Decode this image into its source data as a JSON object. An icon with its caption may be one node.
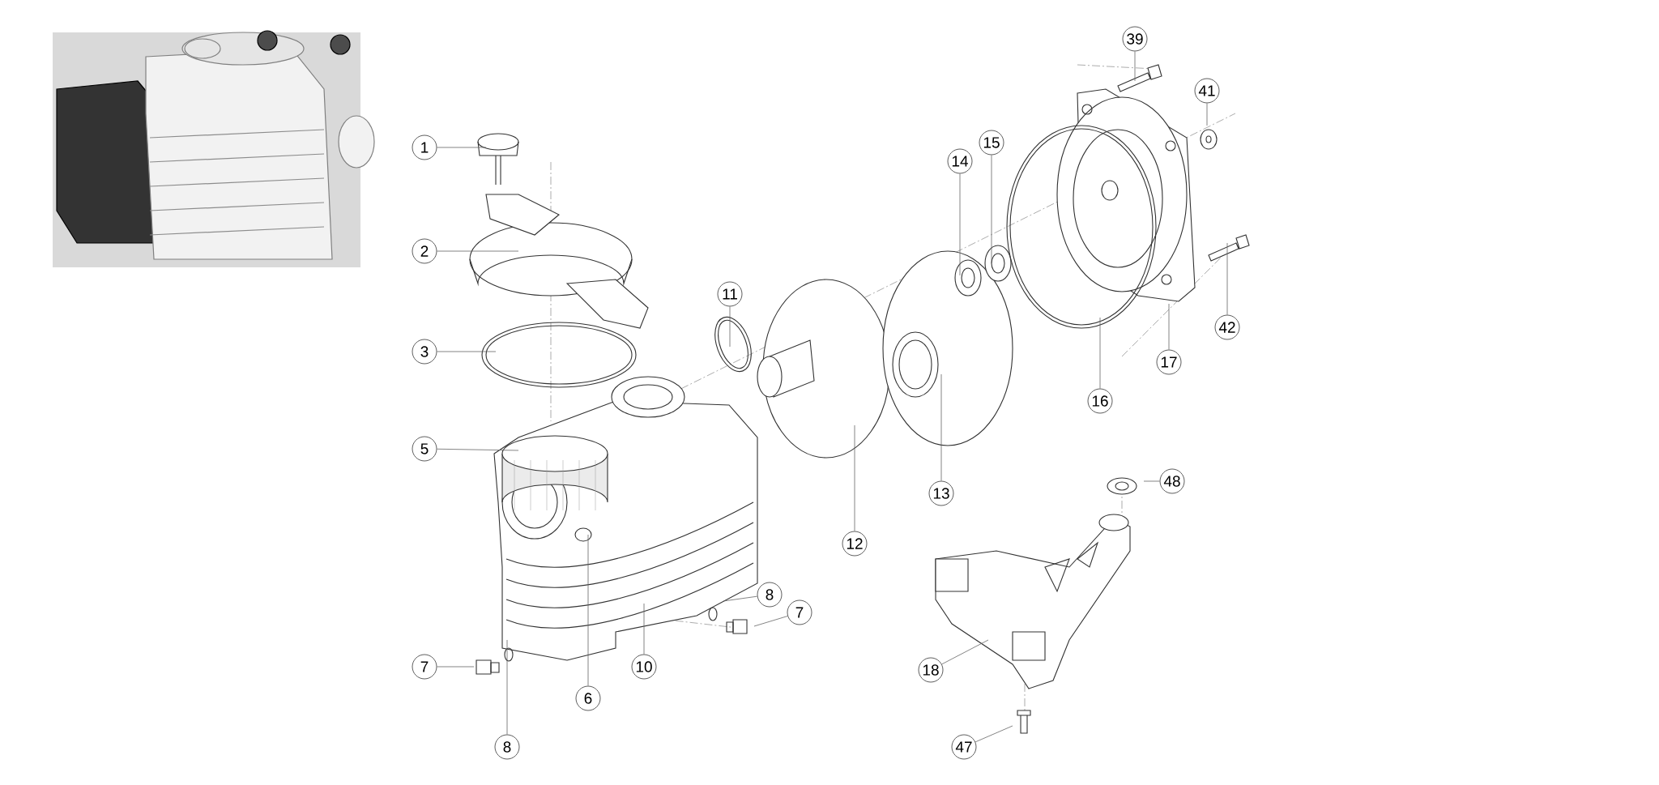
{
  "diagram": {
    "nodes": [
      {
        "text": [
          "1"
        ]
      },
      {
        "text": [
          "2"
        ]
      },
      {
        "text": [
          "3"
        ]
      },
      {
        "text": [
          "5"
        ]
      },
      {
        "text": [
          "7"
        ]
      },
      {
        "text": [
          "8"
        ]
      },
      {
        "text": [
          "6"
        ]
      },
      {
        "text": [
          "10"
        ]
      },
      {
        "text": [
          "8"
        ]
      },
      {
        "text": [
          "7"
        ]
      },
      {
        "text": [
          "11"
        ]
      },
      {
        "text": [
          "12"
        ]
      },
      {
        "text": [
          "13"
        ]
      },
      {
        "text": [
          "14"
        ]
      },
      {
        "text": [
          "15"
        ]
      },
      {
        "text": [
          "16"
        ]
      },
      {
        "text": [
          "17"
        ]
      },
      {
        "text": [
          "39"
        ]
      },
      {
        "text": [
          "41"
        ]
      },
      {
        "text": [
          "42"
        ]
      },
      {
        "text": [
          "48"
        ]
      },
      {
        "text": [
          "18"
        ]
      },
      {
        "text": [
          "47"
        ]
      }
    ],
    "edges": [
      {
        "from": 0,
        "to": null,
        "arrow": "none"
      },
      {
        "from": 1,
        "to": null,
        "arrow": "none"
      },
      {
        "from": 2,
        "to": null,
        "arrow": "none"
      },
      {
        "from": 3,
        "to": null,
        "arrow": "none"
      },
      {
        "from": 4,
        "to": null,
        "arrow": "none"
      },
      {
        "from": 5,
        "to": null,
        "arrow": "none"
      },
      {
        "from": 6,
        "to": null,
        "arrow": "none"
      },
      {
        "from": 7,
        "to": null,
        "arrow": "none"
      },
      {
        "from": 8,
        "to": null,
        "arrow": "none"
      },
      {
        "from": 9,
        "to": null,
        "arrow": "none"
      },
      {
        "from": 10,
        "to": null,
        "arrow": "none"
      },
      {
        "from": 11,
        "to": null,
        "arrow": "none"
      },
      {
        "from": 12,
        "to": null,
        "arrow": "none"
      },
      {
        "from": 13,
        "to": null,
        "arrow": "none"
      },
      {
        "from": 14,
        "to": null,
        "arrow": "none"
      },
      {
        "from": 15,
        "to": null,
        "arrow": "none"
      },
      {
        "from": 16,
        "to": null,
        "arrow": "none"
      },
      {
        "from": 17,
        "to": null,
        "arrow": "none"
      },
      {
        "from": 18,
        "to": null,
        "arrow": "none"
      },
      {
        "from": 19,
        "to": null,
        "arrow": "none"
      },
      {
        "from": 20,
        "to": null,
        "arrow": "none"
      },
      {
        "from": 21,
        "to": null,
        "arrow": "none"
      },
      {
        "from": 22,
        "to": null,
        "arrow": "none"
      }
    ]
  }
}
